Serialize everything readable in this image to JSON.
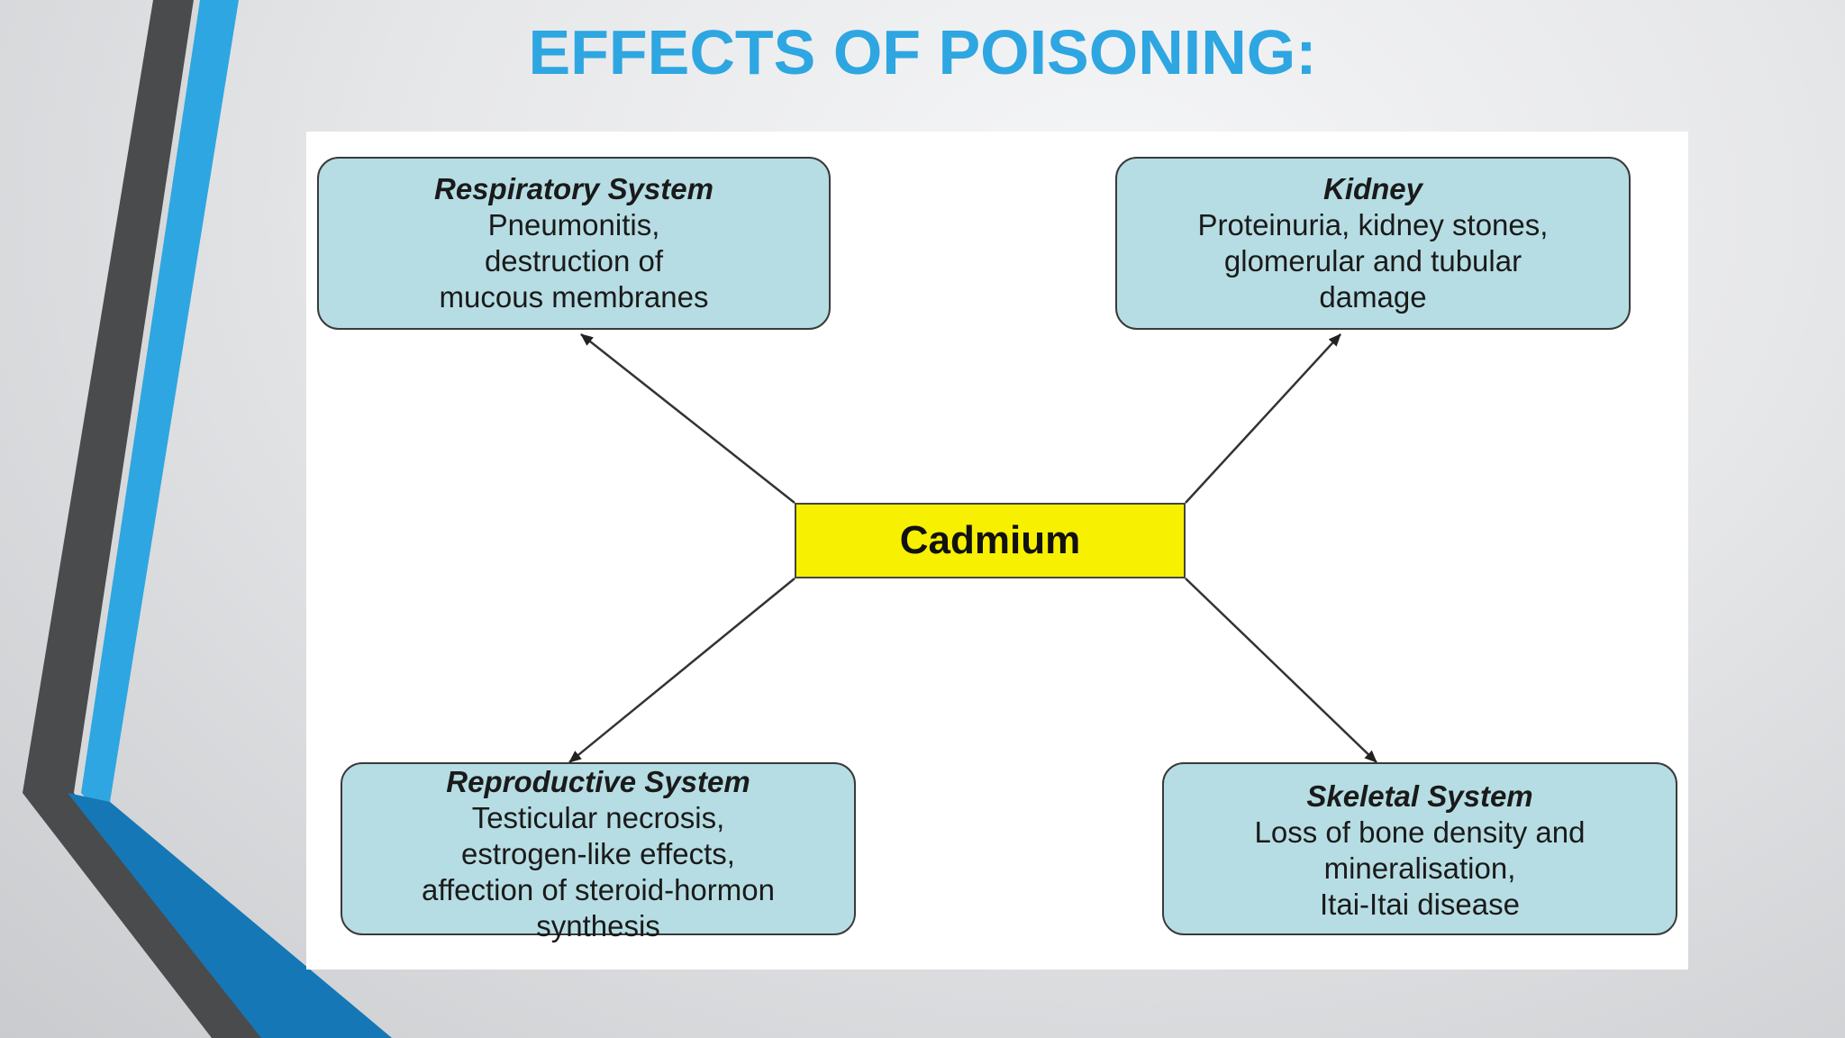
{
  "title": "EFFECTS OF POISONING:",
  "diagram": {
    "center": "Cadmium",
    "nodes": [
      {
        "id": "respiratory",
        "heading": "Respiratory System",
        "lines": [
          "Pneumonitis,",
          "destruction of",
          "mucous membranes"
        ]
      },
      {
        "id": "kidney",
        "heading": "Kidney",
        "lines": [
          "Proteinuria, kidney stones,",
          "glomerular and tubular",
          "damage"
        ]
      },
      {
        "id": "reproductive",
        "heading": "Reproductive System",
        "lines": [
          "Testicular necrosis,",
          "estrogen-like effects,",
          "affection of steroid-hormon",
          "synthesis"
        ]
      },
      {
        "id": "skeletal",
        "heading": "Skeletal System",
        "lines": [
          "Loss of bone density and",
          "mineralisation,",
          "Itai-Itai disease"
        ]
      }
    ]
  },
  "colors": {
    "title": "#2ea6e1",
    "node_fill": "#b6dde3",
    "center_fill": "#f7f000",
    "accent_blue": "#2ea6e1",
    "accent_dark": "#4a4b4d"
  }
}
